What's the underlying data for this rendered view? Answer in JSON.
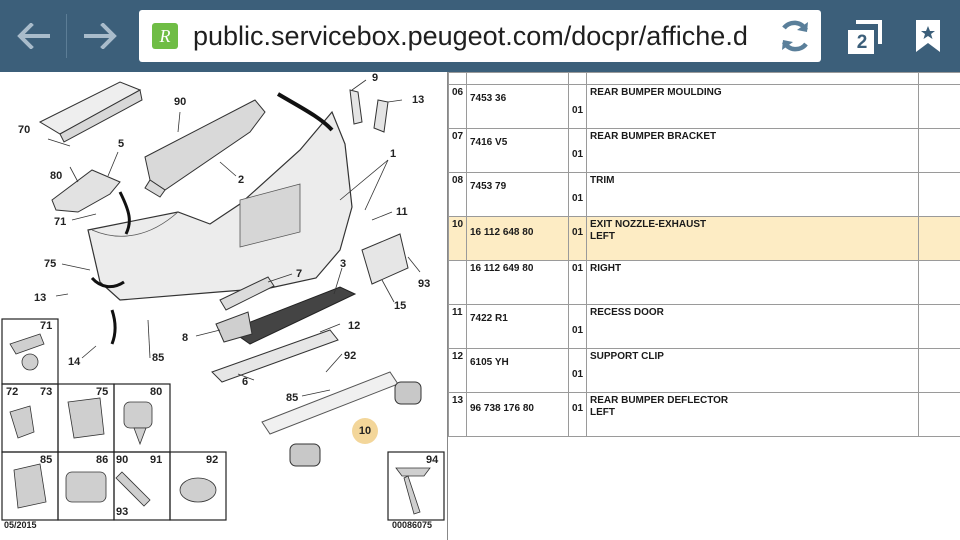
{
  "browser": {
    "url": "public.servicebox.peugeot.com/docpr/affiche.d",
    "site_badge": "R",
    "tab_count": "2",
    "icons": [
      "back-arrow-icon",
      "forward-arrow-icon",
      "reload-icon",
      "tabs-icon",
      "bookmark-icon"
    ],
    "accent_color": "#3c5f7a"
  },
  "diagram": {
    "part_labels": [
      "9",
      "70",
      "90",
      "13",
      "1",
      "5",
      "80",
      "2",
      "11",
      "71",
      "75",
      "7",
      "3",
      "93",
      "13",
      "15",
      "12",
      "8",
      "14",
      "85",
      "92",
      "6",
      "85",
      "10"
    ],
    "highlight_label": "10",
    "highlight_color": "#f3d69a",
    "cells": [
      "71",
      "72",
      "73",
      "75",
      "80",
      "85",
      "86",
      "90",
      "91",
      "93",
      "92",
      "94"
    ],
    "footer_left": "05/2015",
    "footer_right": "00086075"
  },
  "parts_table": {
    "rows": [
      {
        "no": "06",
        "ref": "7453 36",
        "qty": "01",
        "desc": "REAR BUMPER MOULDING",
        "desc2": "",
        "selected": false
      },
      {
        "no": "07",
        "ref": "7416 V5",
        "qty": "01",
        "desc": "REAR BUMPER BRACKET",
        "desc2": "",
        "selected": false
      },
      {
        "no": "08",
        "ref": "7453 79",
        "qty": "01",
        "desc": "TRIM",
        "desc2": "",
        "selected": false
      },
      {
        "no": "10",
        "ref": "16 112 648 80",
        "qty": "01",
        "desc": "EXIT NOZZLE-EXHAUST",
        "desc2": "LEFT",
        "selected": true
      },
      {
        "no": "",
        "ref": "16 112 649 80",
        "qty": "01",
        "desc": "RIGHT",
        "desc2": "",
        "selected": false
      },
      {
        "no": "11",
        "ref": "7422 R1",
        "qty": "01",
        "desc": "RECESS DOOR",
        "desc2": "",
        "selected": false
      },
      {
        "no": "12",
        "ref": "6105 YH",
        "qty": "01",
        "desc": "SUPPORT CLIP",
        "desc2": "",
        "selected": false
      },
      {
        "no": "13",
        "ref": "96 738 176 80",
        "qty": "01",
        "desc": "REAR BUMPER DEFLECTOR",
        "desc2": "LEFT",
        "selected": false
      }
    ],
    "selected_color": "#fdecc4"
  }
}
